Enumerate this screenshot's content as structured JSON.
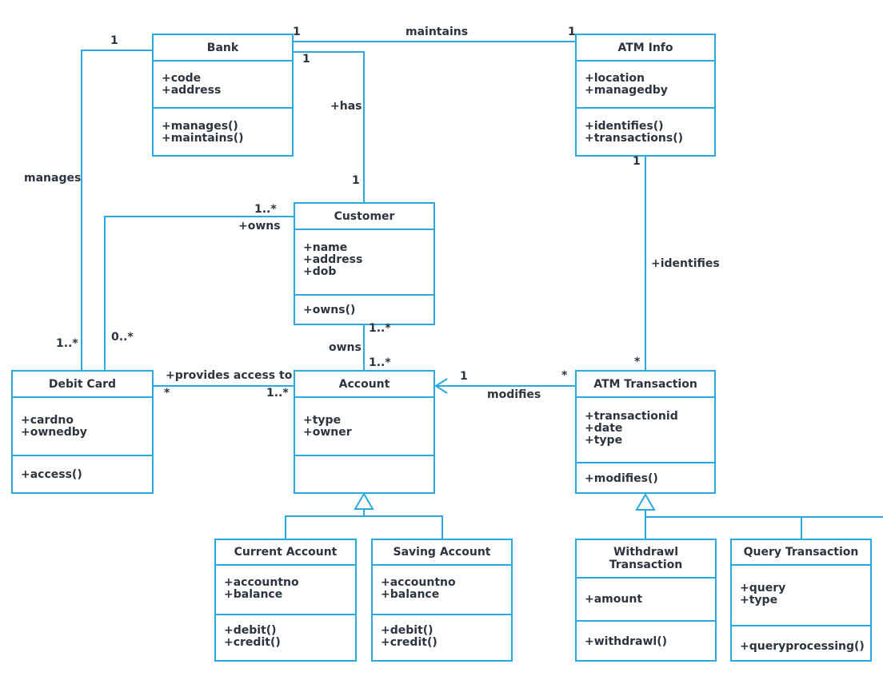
{
  "colors": {
    "line": "#29a9e0",
    "text": "#2b3540",
    "background": "#ffffff"
  },
  "classes": {
    "bank": {
      "name": "Bank",
      "attributes": [
        "+code",
        "+address"
      ],
      "methods": [
        "+manages()",
        "+maintains()"
      ]
    },
    "atm_info": {
      "name": "ATM Info",
      "attributes": [
        "+location",
        "+managedby"
      ],
      "methods": [
        "+identifies()",
        "+transactions()"
      ]
    },
    "customer": {
      "name": "Customer",
      "attributes": [
        "+name",
        "+address",
        "+dob"
      ],
      "methods": [
        "+owns()"
      ]
    },
    "debit_card": {
      "name": "Debit Card",
      "attributes": [
        "+cardno",
        "+ownedby"
      ],
      "methods": [
        "+access()"
      ]
    },
    "account": {
      "name": "Account",
      "attributes": [
        "+type",
        "+owner"
      ],
      "methods": []
    },
    "atm_transaction": {
      "name": "ATM Transaction",
      "attributes": [
        "+transactionid",
        "+date",
        "+type"
      ],
      "methods": [
        "+modifies()"
      ]
    },
    "current_account": {
      "name": "Current Account",
      "attributes": [
        "+accountno",
        "+balance"
      ],
      "methods": [
        "+debit()",
        "+credit()"
      ]
    },
    "saving_account": {
      "name": "Saving Account",
      "attributes": [
        "+accountno",
        "+balance"
      ],
      "methods": [
        "+debit()",
        "+credit()"
      ]
    },
    "withdrawl_transaction": {
      "name_line1": "Withdrawl",
      "name_line2": "Transaction",
      "attributes": [
        "+amount"
      ],
      "methods": [
        "+withdrawl()"
      ]
    },
    "query_transaction": {
      "name": "Query Transaction",
      "attributes": [
        "+query",
        "+type"
      ],
      "methods": [
        "+queryprocessing()"
      ]
    }
  },
  "associations": {
    "bank_manages_card": {
      "label": "manages",
      "mult_bank": "1",
      "mult_card": "1..*"
    },
    "bank_maintains_atm": {
      "label": "maintains",
      "mult_bank": "1",
      "mult_atm": "1"
    },
    "bank_has_customer": {
      "label": "+has",
      "mult_bank": "1",
      "mult_customer": "1"
    },
    "customer_owns_card": {
      "label": "+owns",
      "mult_customer": "1..*",
      "mult_card": "0..*"
    },
    "customer_owns_account": {
      "label": "owns",
      "mult_customer": "1..*",
      "mult_account": "1..*"
    },
    "card_access_account": {
      "label": "+provides access to",
      "mult_card": "*",
      "mult_account": "1..*"
    },
    "transaction_modifies_account": {
      "label": "modifies",
      "mult_account": "1",
      "mult_transaction": "*"
    },
    "atm_identifies_transaction": {
      "label": "+identifies",
      "mult_atm": "1",
      "mult_transaction": "*"
    }
  }
}
